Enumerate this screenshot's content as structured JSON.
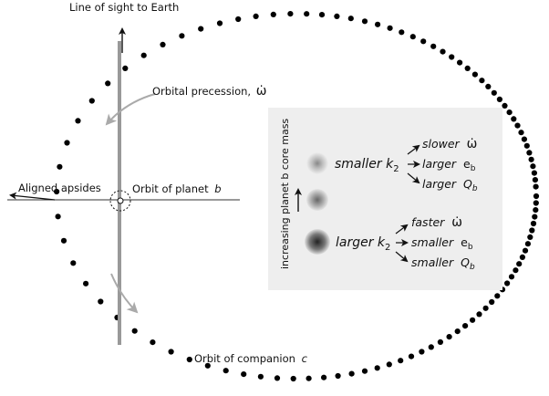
{
  "labels": {
    "line_of_sight": "Line of sight to Earth",
    "orbital_precession": "Orbital precession,",
    "aligned_apsides": "Aligned apsides",
    "orbit_of_planet": "Orbit of planet",
    "planet_letter": "b",
    "orbit_of_companion": "Orbit of companion",
    "companion_letter": "c",
    "omega_dot": "ω̇"
  },
  "inset": {
    "axis_label": "increasing planet b core mass",
    "upper": {
      "lead": "smaller k",
      "k_sub": "2",
      "effects": [
        {
          "word": "slower",
          "sym": "ω̇",
          "sub": ""
        },
        {
          "word": "larger",
          "sym": "e",
          "sub": "b"
        },
        {
          "word": "larger",
          "sym": "Q",
          "sub": "b"
        }
      ]
    },
    "lower": {
      "lead": "larger k",
      "k_sub": "2",
      "effects": [
        {
          "word": "faster",
          "sym": "ω̇",
          "sub": ""
        },
        {
          "word": "smaller",
          "sym": "e",
          "sub": "b"
        },
        {
          "word": "smaller",
          "sym": "Q",
          "sub": "b"
        }
      ]
    }
  },
  "colors": {
    "dots": "#000000",
    "axis": "#999999",
    "inset_bg": "#eeeeee",
    "arrow_gray": "#aaaaaa"
  }
}
